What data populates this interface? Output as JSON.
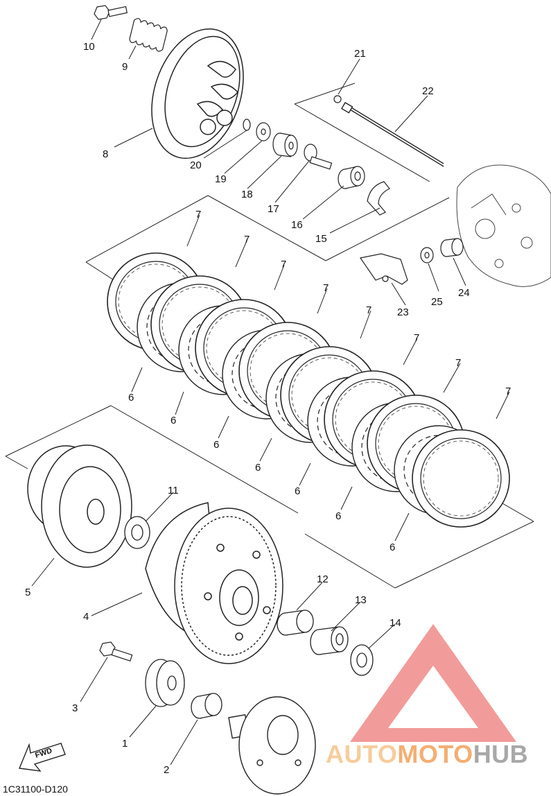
{
  "diagram": {
    "callouts": [
      {
        "id": "c10",
        "text": "10"
      },
      {
        "id": "c9",
        "text": "9"
      },
      {
        "id": "c8",
        "text": "8"
      },
      {
        "id": "c20",
        "text": "20"
      },
      {
        "id": "c19",
        "text": "19"
      },
      {
        "id": "c18",
        "text": "18"
      },
      {
        "id": "c17",
        "text": "17"
      },
      {
        "id": "c16",
        "text": "16"
      },
      {
        "id": "c15",
        "text": "15"
      },
      {
        "id": "c21",
        "text": "21"
      },
      {
        "id": "c22",
        "text": "22"
      },
      {
        "id": "c23",
        "text": "23"
      },
      {
        "id": "c24",
        "text": "24"
      },
      {
        "id": "c25",
        "text": "25"
      },
      {
        "id": "c7a",
        "text": "7"
      },
      {
        "id": "c7b",
        "text": "7"
      },
      {
        "id": "c7c",
        "text": "7"
      },
      {
        "id": "c7d",
        "text": "7"
      },
      {
        "id": "c7e",
        "text": "7"
      },
      {
        "id": "c7f",
        "text": "7"
      },
      {
        "id": "c7g",
        "text": "7"
      },
      {
        "id": "c7h",
        "text": "7"
      },
      {
        "id": "c6a",
        "text": "6"
      },
      {
        "id": "c6b",
        "text": "6"
      },
      {
        "id": "c6c",
        "text": "6"
      },
      {
        "id": "c6d",
        "text": "6"
      },
      {
        "id": "c6e",
        "text": "6"
      },
      {
        "id": "c6f",
        "text": "6"
      },
      {
        "id": "c6g",
        "text": "6"
      },
      {
        "id": "c11",
        "text": "11"
      },
      {
        "id": "c5",
        "text": "5"
      },
      {
        "id": "c4",
        "text": "4"
      },
      {
        "id": "c12",
        "text": "12"
      },
      {
        "id": "c13",
        "text": "13"
      },
      {
        "id": "c14",
        "text": "14"
      },
      {
        "id": "c3",
        "text": "3"
      },
      {
        "id": "c1",
        "text": "1"
      },
      {
        "id": "c2",
        "text": "2"
      }
    ],
    "diagram_code": "1C31100-D120",
    "fwd_label": "FWD"
  },
  "watermark": {
    "part1": "AUTO",
    "part2": "MOTO",
    "part3": "HUB",
    "colors": {
      "auto": "#f6c48a",
      "moto": "#f3a15a",
      "hub": "#9a9a9a",
      "triangle": "#f08a8a"
    }
  }
}
